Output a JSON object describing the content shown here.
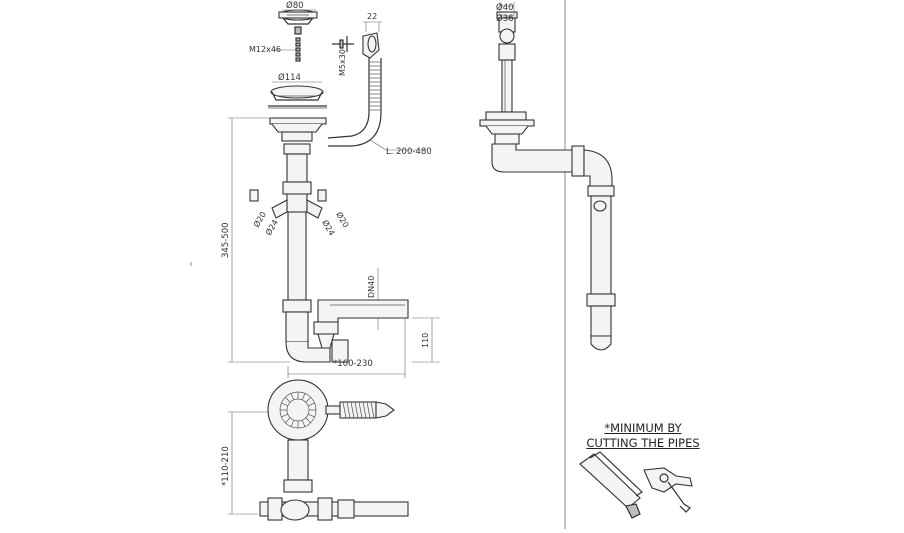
{
  "dimensions": {
    "strainer_dia": "Ø80",
    "screw": "M12x46",
    "overflow_screw": "M5x30",
    "overflow_width": "22",
    "flange_dia": "Ø114",
    "hose_length": "L. 200-480",
    "inlet_left_a": "Ø20",
    "inlet_left_b": "Ø24",
    "inlet_right_a": "Ø24",
    "inlet_right_b": "Ø20",
    "height_range": "345-500",
    "outlet_dn": "DN40",
    "trap_height": "110",
    "horizontal_range": "*160-230",
    "side_top_dia": "Ø40",
    "side_inner_dia": "Ø36",
    "plan_depth": "*110-210"
  },
  "note": {
    "line1": "*MINIMUM BY",
    "line2": "CUTTING THE PIPES"
  }
}
